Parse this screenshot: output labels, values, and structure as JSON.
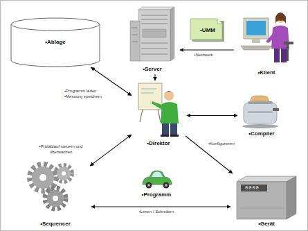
{
  "diagram": {
    "nodes": [
      {
        "text": [
          "•Ablage"
        ]
      },
      {
        "text": [
          "•Server"
        ]
      },
      {
        "text": [
          "•UMM"
        ]
      },
      {
        "text": [
          "•Klient"
        ]
      },
      {
        "text": [
          "•Direktor"
        ]
      },
      {
        "text": [
          "•Compiler"
        ]
      },
      {
        "text": [
          "•Sequencer"
        ]
      },
      {
        "text": [
          "•Programm"
        ]
      },
      {
        "text": [
          "•Gerät"
        ]
      }
    ],
    "edges": [
      {
        "from": 3,
        "to": 1,
        "arrow": "to",
        "label": "•Netzwerk"
      },
      {
        "from": 0,
        "to": 4,
        "arrow": "both",
        "label": "•Programm laden •Messung speichern"
      },
      {
        "from": 1,
        "to": 4,
        "arrow": "to"
      },
      {
        "from": 4,
        "to": 5,
        "arrow": "both"
      },
      {
        "from": 4,
        "to": 8,
        "arrow": "to",
        "label": "•Konfigurieren"
      },
      {
        "from": 4,
        "to": 6,
        "arrow": "both",
        "label": "•Prüfablauf steuern und überwachen"
      },
      {
        "from": 6,
        "to": 8,
        "arrow": "both",
        "label": "•Lesen / Schreiben"
      }
    ],
    "labels": [
      "0000"
    ]
  }
}
